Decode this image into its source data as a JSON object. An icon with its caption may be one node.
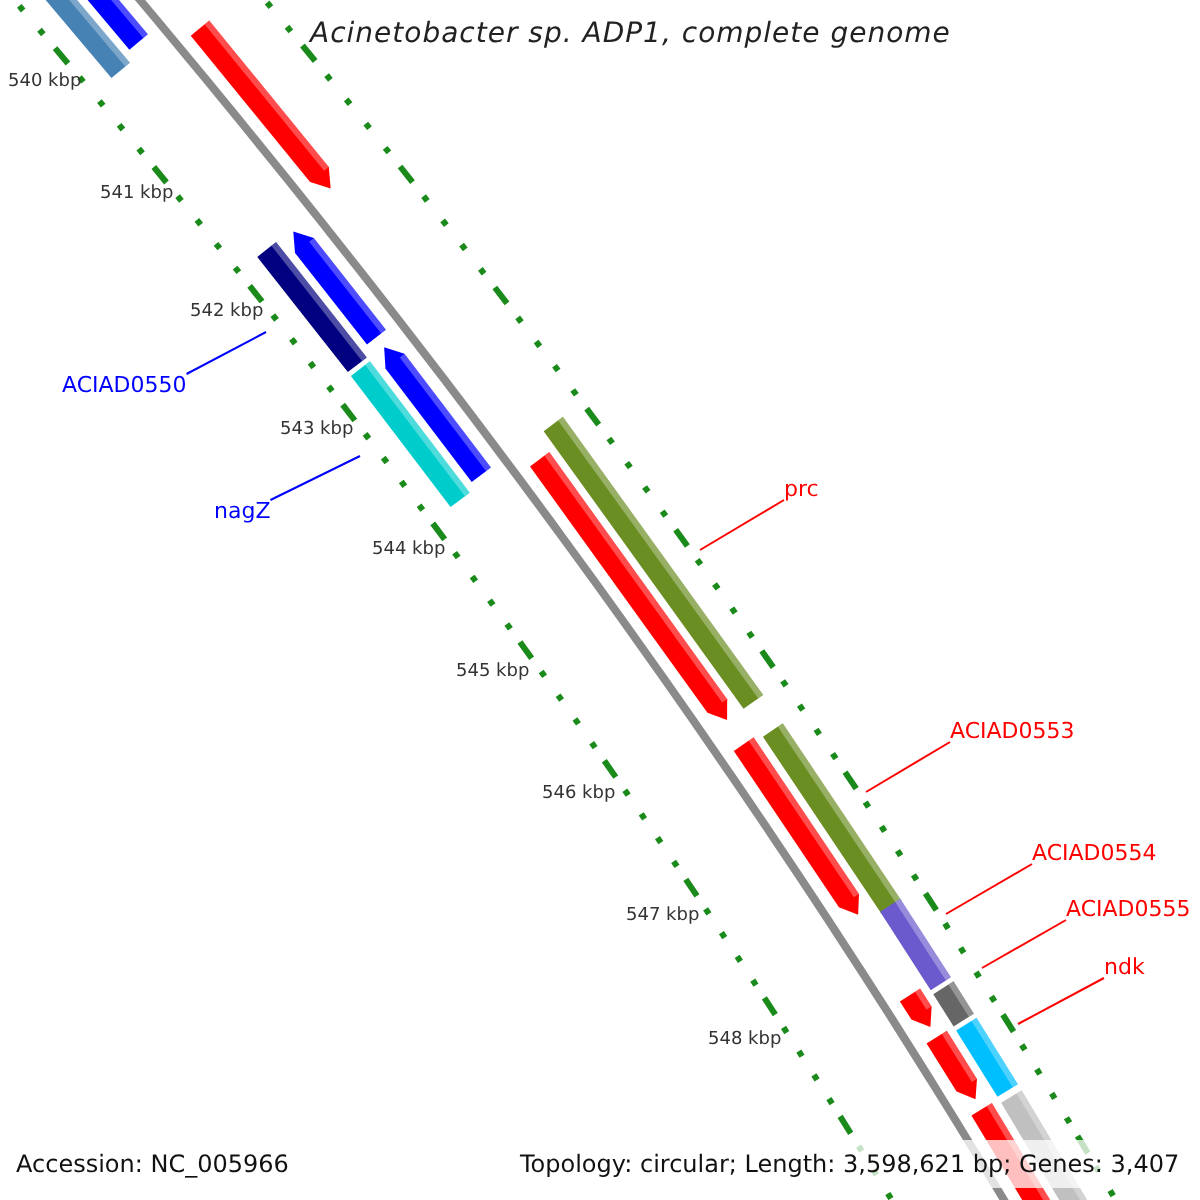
{
  "diagram": {
    "title": "Acinetobacter sp. ADP1, complete genome",
    "nodes": [
      {
        "text": [
          "ACIAD0550"
        ]
      },
      {
        "text": [],
        "shape": "bar"
      },
      {
        "text": [
          "nagZ"
        ]
      },
      {
        "text": [],
        "shape": "bar"
      },
      {
        "text": [
          "prc"
        ]
      },
      {
        "text": [],
        "shape": "bar"
      },
      {
        "text": [
          "ACIAD0553"
        ]
      },
      {
        "text": [],
        "shape": "bar"
      },
      {
        "text": [
          "ACIAD0554"
        ]
      },
      {
        "text": [],
        "shape": "bar"
      },
      {
        "text": [
          "ACIAD0555"
        ]
      },
      {
        "text": [],
        "shape": "bar"
      },
      {
        "text": [
          "ndk"
        ]
      },
      {
        "text": [],
        "shape": "bar"
      }
    ],
    "edges": [
      {
        "from": 0,
        "to": 1,
        "arrow": "none",
        "color": "#0000ff"
      },
      {
        "from": 2,
        "to": 3,
        "arrow": "none",
        "color": "#0000ff"
      },
      {
        "from": 4,
        "to": 5,
        "arrow": "none"
      },
      {
        "from": 6,
        "to": 7,
        "arrow": "none"
      },
      {
        "from": 8,
        "to": 9,
        "arrow": "none"
      },
      {
        "from": 10,
        "to": 11,
        "arrow": "none"
      },
      {
        "from": 12,
        "to": 13,
        "arrow": "none"
      }
    ],
    "labels": [
      "540 kbp",
      "541 kbp",
      "542 kbp",
      "543 kbp",
      "544 kbp",
      "545 kbp",
      "546 kbp",
      "547 kbp",
      "548 kbp",
      "Accession: NC_005966",
      "Topology: circular; Length: 3,598,621 bp; Genes: 3,407"
    ]
  }
}
